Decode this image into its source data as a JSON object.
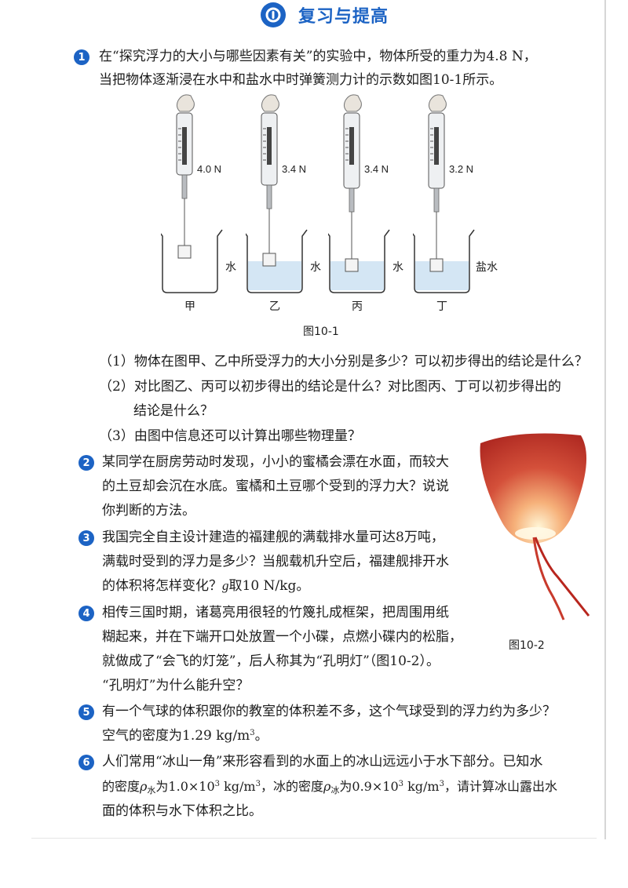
{
  "header": {
    "title": "复习与提高",
    "logo_icon": "section-logo-icon"
  },
  "colors": {
    "accent": "#1c63c4",
    "water": "#d4e6f4",
    "lantern": "#c8402e"
  },
  "q1": {
    "number": "1",
    "lines": [
      "在“探究浮力的大小与哪些因素有关”的实验中，物体所受的重力为4.8 N，",
      "当把物体逐渐浸在水中和盐水中时弹簧测力计的示数如图10-1所示。"
    ],
    "setups": [
      {
        "reading": "4.0 N",
        "liquid": "水",
        "label": "甲",
        "level": 0
      },
      {
        "reading": "3.4 N",
        "liquid": "水",
        "label": "乙",
        "level": 0.5
      },
      {
        "reading": "3.4 N",
        "liquid": "水",
        "label": "丙",
        "level": 0.5
      },
      {
        "reading": "3.2 N",
        "liquid": "盐水",
        "label": "丁",
        "level": 0.5
      }
    ],
    "figure_caption": "图10-1",
    "sub1": "（1）物体在图甲、乙中所受浮力的大小分别是多少？可以初步得出的结论是什么？",
    "sub2_line1": "（2）对比图乙、丙可以初步得出的结论是什么？对比图丙、丁可以初步得出的",
    "sub2_line2": "结论是什么？",
    "sub3": "（3）由图中信息还可以计算出哪些物理量？"
  },
  "q2": {
    "number": "2",
    "lines": [
      "某同学在厨房劳动时发现，小小的蜜橘会漂在水面，而较大",
      "的土豆却会沉在水底。蜜橘和土豆哪个受到的浮力大？说说",
      "你判断的方法。"
    ]
  },
  "q3": {
    "number": "3",
    "lines": [
      "我国完全自主设计建造的福建舰的满载排水量可达8万吨，",
      "满载时受到的浮力是多少？当舰载机升空后，福建舰排开水",
      "的体积将怎样变化？"
    ],
    "g_var": "g",
    "g_text": "取10 N/kg。"
  },
  "q4": {
    "number": "4",
    "lines": [
      "相传三国时期，诸葛亮用很轻的竹篾扎成框架，把周围用纸",
      "糊起来，并在下端开口处放置一个小碟，点燃小碟内的松脂，",
      "就做成了“会飞的灯笼”，后人称其为“孔明灯”（图10-2）。",
      "“孔明灯”为什么能升空？"
    ],
    "figure_caption": "图10-2"
  },
  "q5": {
    "number": "5",
    "line1": "有一个气球的体积跟你的教室的体积差不多，这个气球受到的浮力约为多少？",
    "line2_pre": "空气的密度为1.29 kg/m",
    "line2_sup": "3",
    "line2_post": "。"
  },
  "q6": {
    "number": "6",
    "line1": "人们常用“冰山一角”来形容看到的水面上的冰山远远小于水下部分。已知水",
    "l2_a": "的密度",
    "rho": "ρ",
    "sub_water": "水",
    "l2_b": "为1.0×10",
    "exp": "3",
    "l2_c": " kg/m",
    "l2_d": "，冰的密度",
    "sub_ice": "冰",
    "l2_e": "为0.9×10",
    "l2_f": " kg/m",
    "l2_g": "，请计算冰山露出水",
    "line3": "面的体积与水下体积之比。"
  }
}
